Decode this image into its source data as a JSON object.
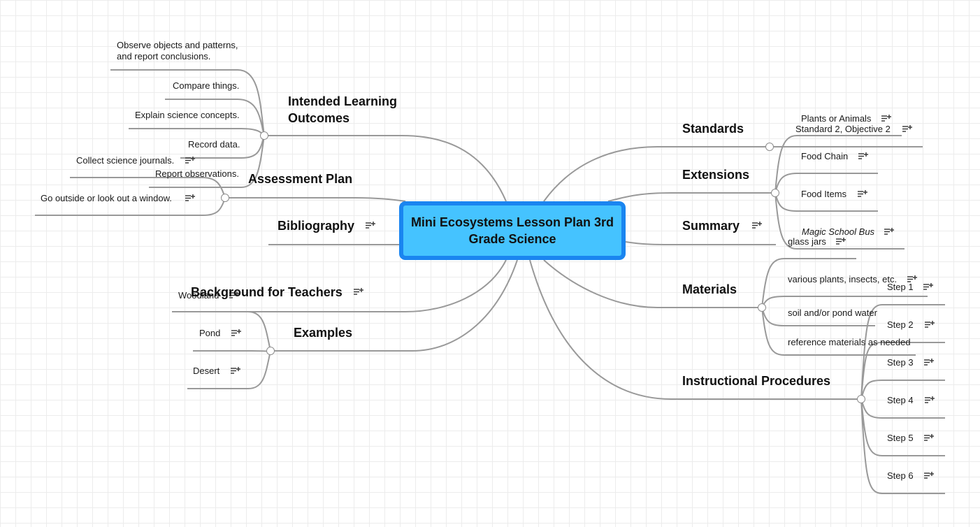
{
  "central": "Mini Ecosystems Lesson Plan 3rd Grade Science",
  "left": {
    "intended_learning_outcomes": {
      "label_line1": "Intended Learning",
      "label_line2": "Outcomes",
      "items": [
        {
          "line1": "Observe objects and patterns,",
          "line2": "and report conclusions."
        },
        "Compare things.",
        "Explain science concepts.",
        "Record data.",
        "Report observations."
      ]
    },
    "assessment_plan": {
      "label": "Assessment Plan",
      "items": [
        "Collect science journals.",
        "Go outside or look out a window."
      ]
    },
    "bibliography": "Bibliography",
    "background_for_teachers": "Background for Teachers",
    "examples": {
      "label": "Examples",
      "items": [
        "Woodland",
        "Pond",
        "Desert"
      ]
    }
  },
  "right": {
    "standards": {
      "label": "Standards",
      "items": [
        "Standard 2, Objective 2"
      ]
    },
    "extensions": {
      "label": "Extensions",
      "items": [
        "Plants or Animals",
        "Food Chain",
        "Food Items",
        "Magic School Bus"
      ]
    },
    "summary": "Summary",
    "materials": {
      "label": "Materials",
      "items": [
        "glass jars",
        "various plants, insects, etc.",
        "soil and/or pond water",
        "reference materials as needed"
      ]
    },
    "instructional_procedures": {
      "label": "Instructional Procedures",
      "items": [
        "Step 1",
        "Step 2",
        "Step 3",
        "Step 4",
        "Step 5",
        "Step 6"
      ]
    }
  },
  "icons": {
    "note": "note-add-icon",
    "collapse": "collapse-toggle-icon"
  },
  "colors": {
    "central_fill": "#45c3ff",
    "central_border": "#1a85f0",
    "connector": "#999999",
    "grid": "#ececec"
  }
}
